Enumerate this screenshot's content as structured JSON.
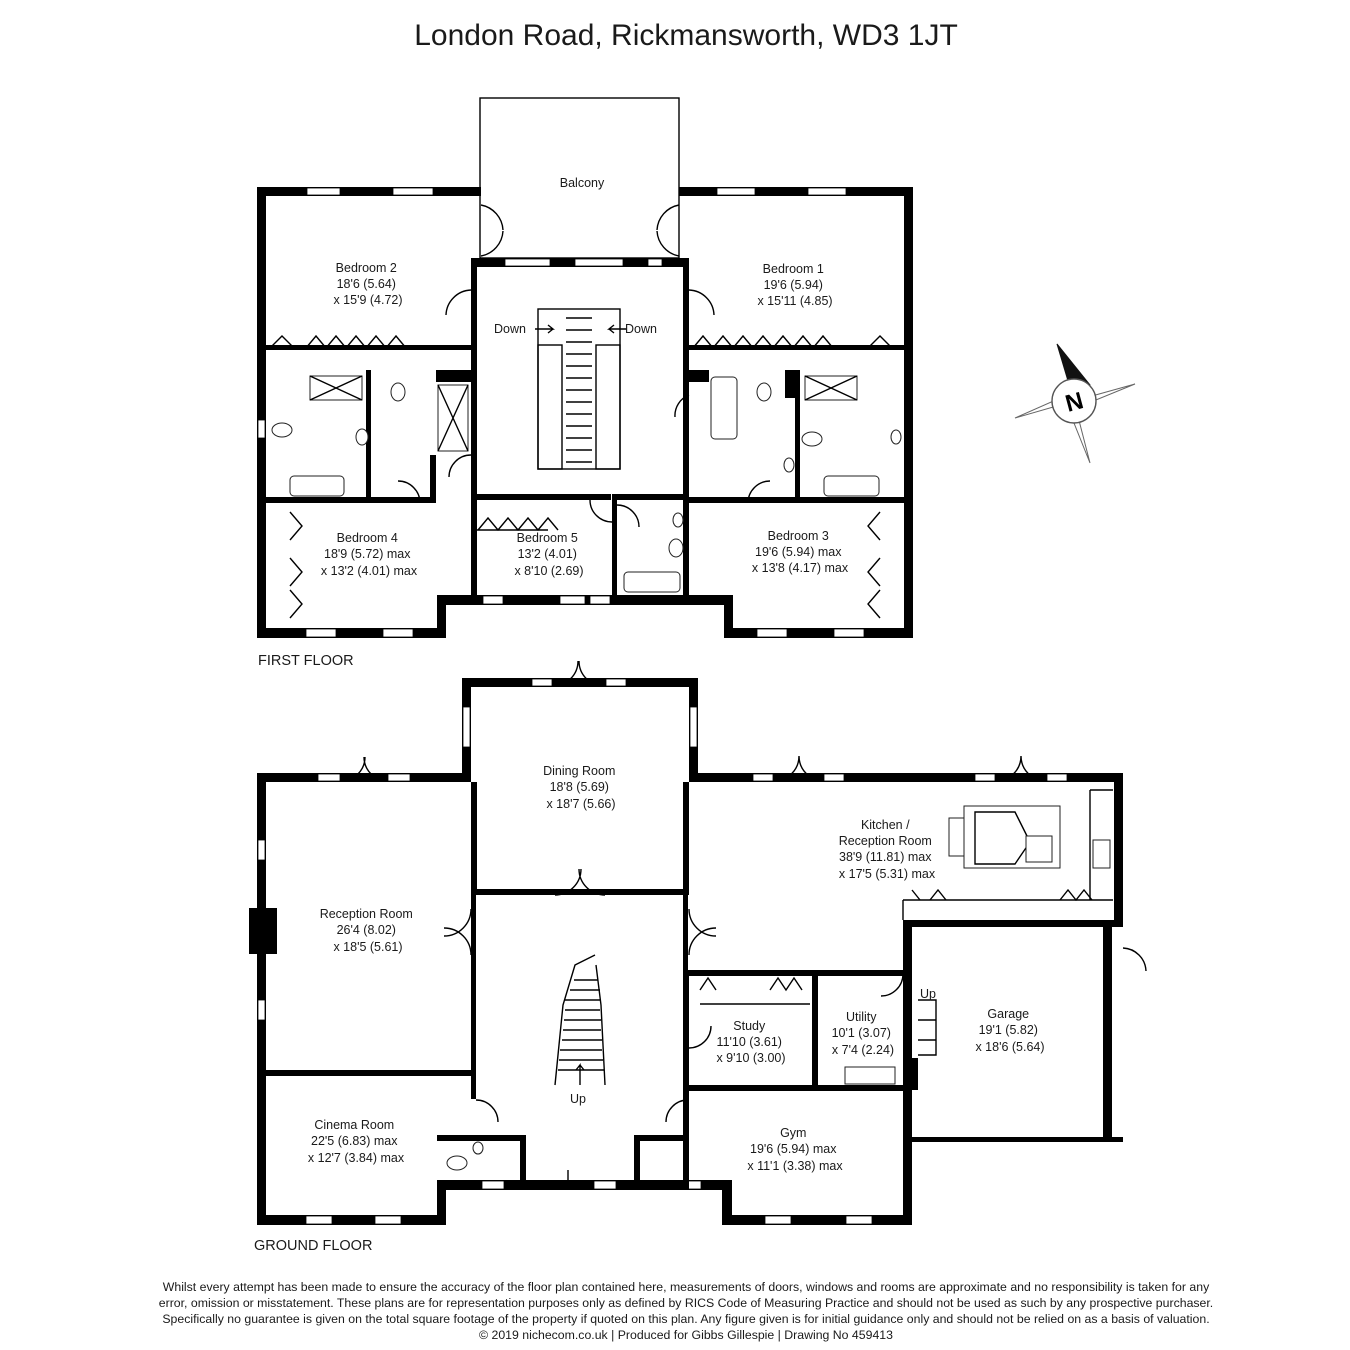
{
  "title": "London Road, Rickmansworth, WD3 1JT",
  "floors": {
    "first": "FIRST FLOOR",
    "ground": "GROUND FLOOR"
  },
  "compass": {
    "label": "N"
  },
  "first_floor_rooms": {
    "balcony": [
      "Balcony"
    ],
    "bedroom2": [
      "Bedroom 2",
      "18'6 (5.64)",
      "x 15'9 (4.72)"
    ],
    "bedroom1": [
      "Bedroom 1",
      "19'6 (5.94)",
      "x 15'11 (4.85)"
    ],
    "bedroom4": [
      "Bedroom 4",
      "18'9 (5.72) max",
      "x 13'2 (4.01) max"
    ],
    "bedroom5": [
      "Bedroom 5",
      "13'2 (4.01)",
      "x 8'10 (2.69)"
    ],
    "bedroom3": [
      "Bedroom 3",
      "19'6 (5.94) max",
      "x 13'8 (4.17) max"
    ],
    "down_left": [
      "Down"
    ],
    "down_right": [
      "Down"
    ]
  },
  "ground_floor_rooms": {
    "dining": [
      "Dining Room",
      "18'8 (5.69)",
      "x 18'7 (5.66)"
    ],
    "reception": [
      "Reception Room",
      "26'4 (8.02)",
      "x 18'5 (5.61)"
    ],
    "kitchen": [
      "Kitchen /",
      "Reception Room",
      "38'9 (11.81) max",
      "x 17'5 (5.31) max"
    ],
    "study": [
      "Study",
      "11'10 (3.61)",
      "x 9'10 (3.00)"
    ],
    "utility": [
      "Utility",
      "10'1 (3.07)",
      "x 7'4 (2.24)"
    ],
    "garage": [
      "Garage",
      "19'1 (5.82)",
      "x 18'6 (5.64)"
    ],
    "cinema": [
      "Cinema Room",
      "22'5 (6.83) max",
      "x 12'7 (3.84) max"
    ],
    "gym": [
      "Gym",
      "19'6 (5.94) max",
      "x 11'1 (3.38) max"
    ],
    "up_stairs": [
      "Up"
    ],
    "up_utility": [
      "Up"
    ]
  },
  "disclaimer": [
    "Whilst every attempt has been made to ensure the accuracy of the floor plan contained here, measurements of doors, windows and rooms are approximate and no responsibility is taken for any",
    "error, omission or misstatement. These plans are for representation purposes only as defined by RICS Code of Measuring Practice and should not be used as such by any prospective purchaser.",
    "Specifically no guarantee is given on the total square footage of the property if quoted on this plan. Any figure given is for initial guidance only and should not be relied on as a basis of valuation.",
    "© 2019 nichecom.co.uk  |  Produced for Gibbs Gillespie  |  Drawing No 459413"
  ]
}
